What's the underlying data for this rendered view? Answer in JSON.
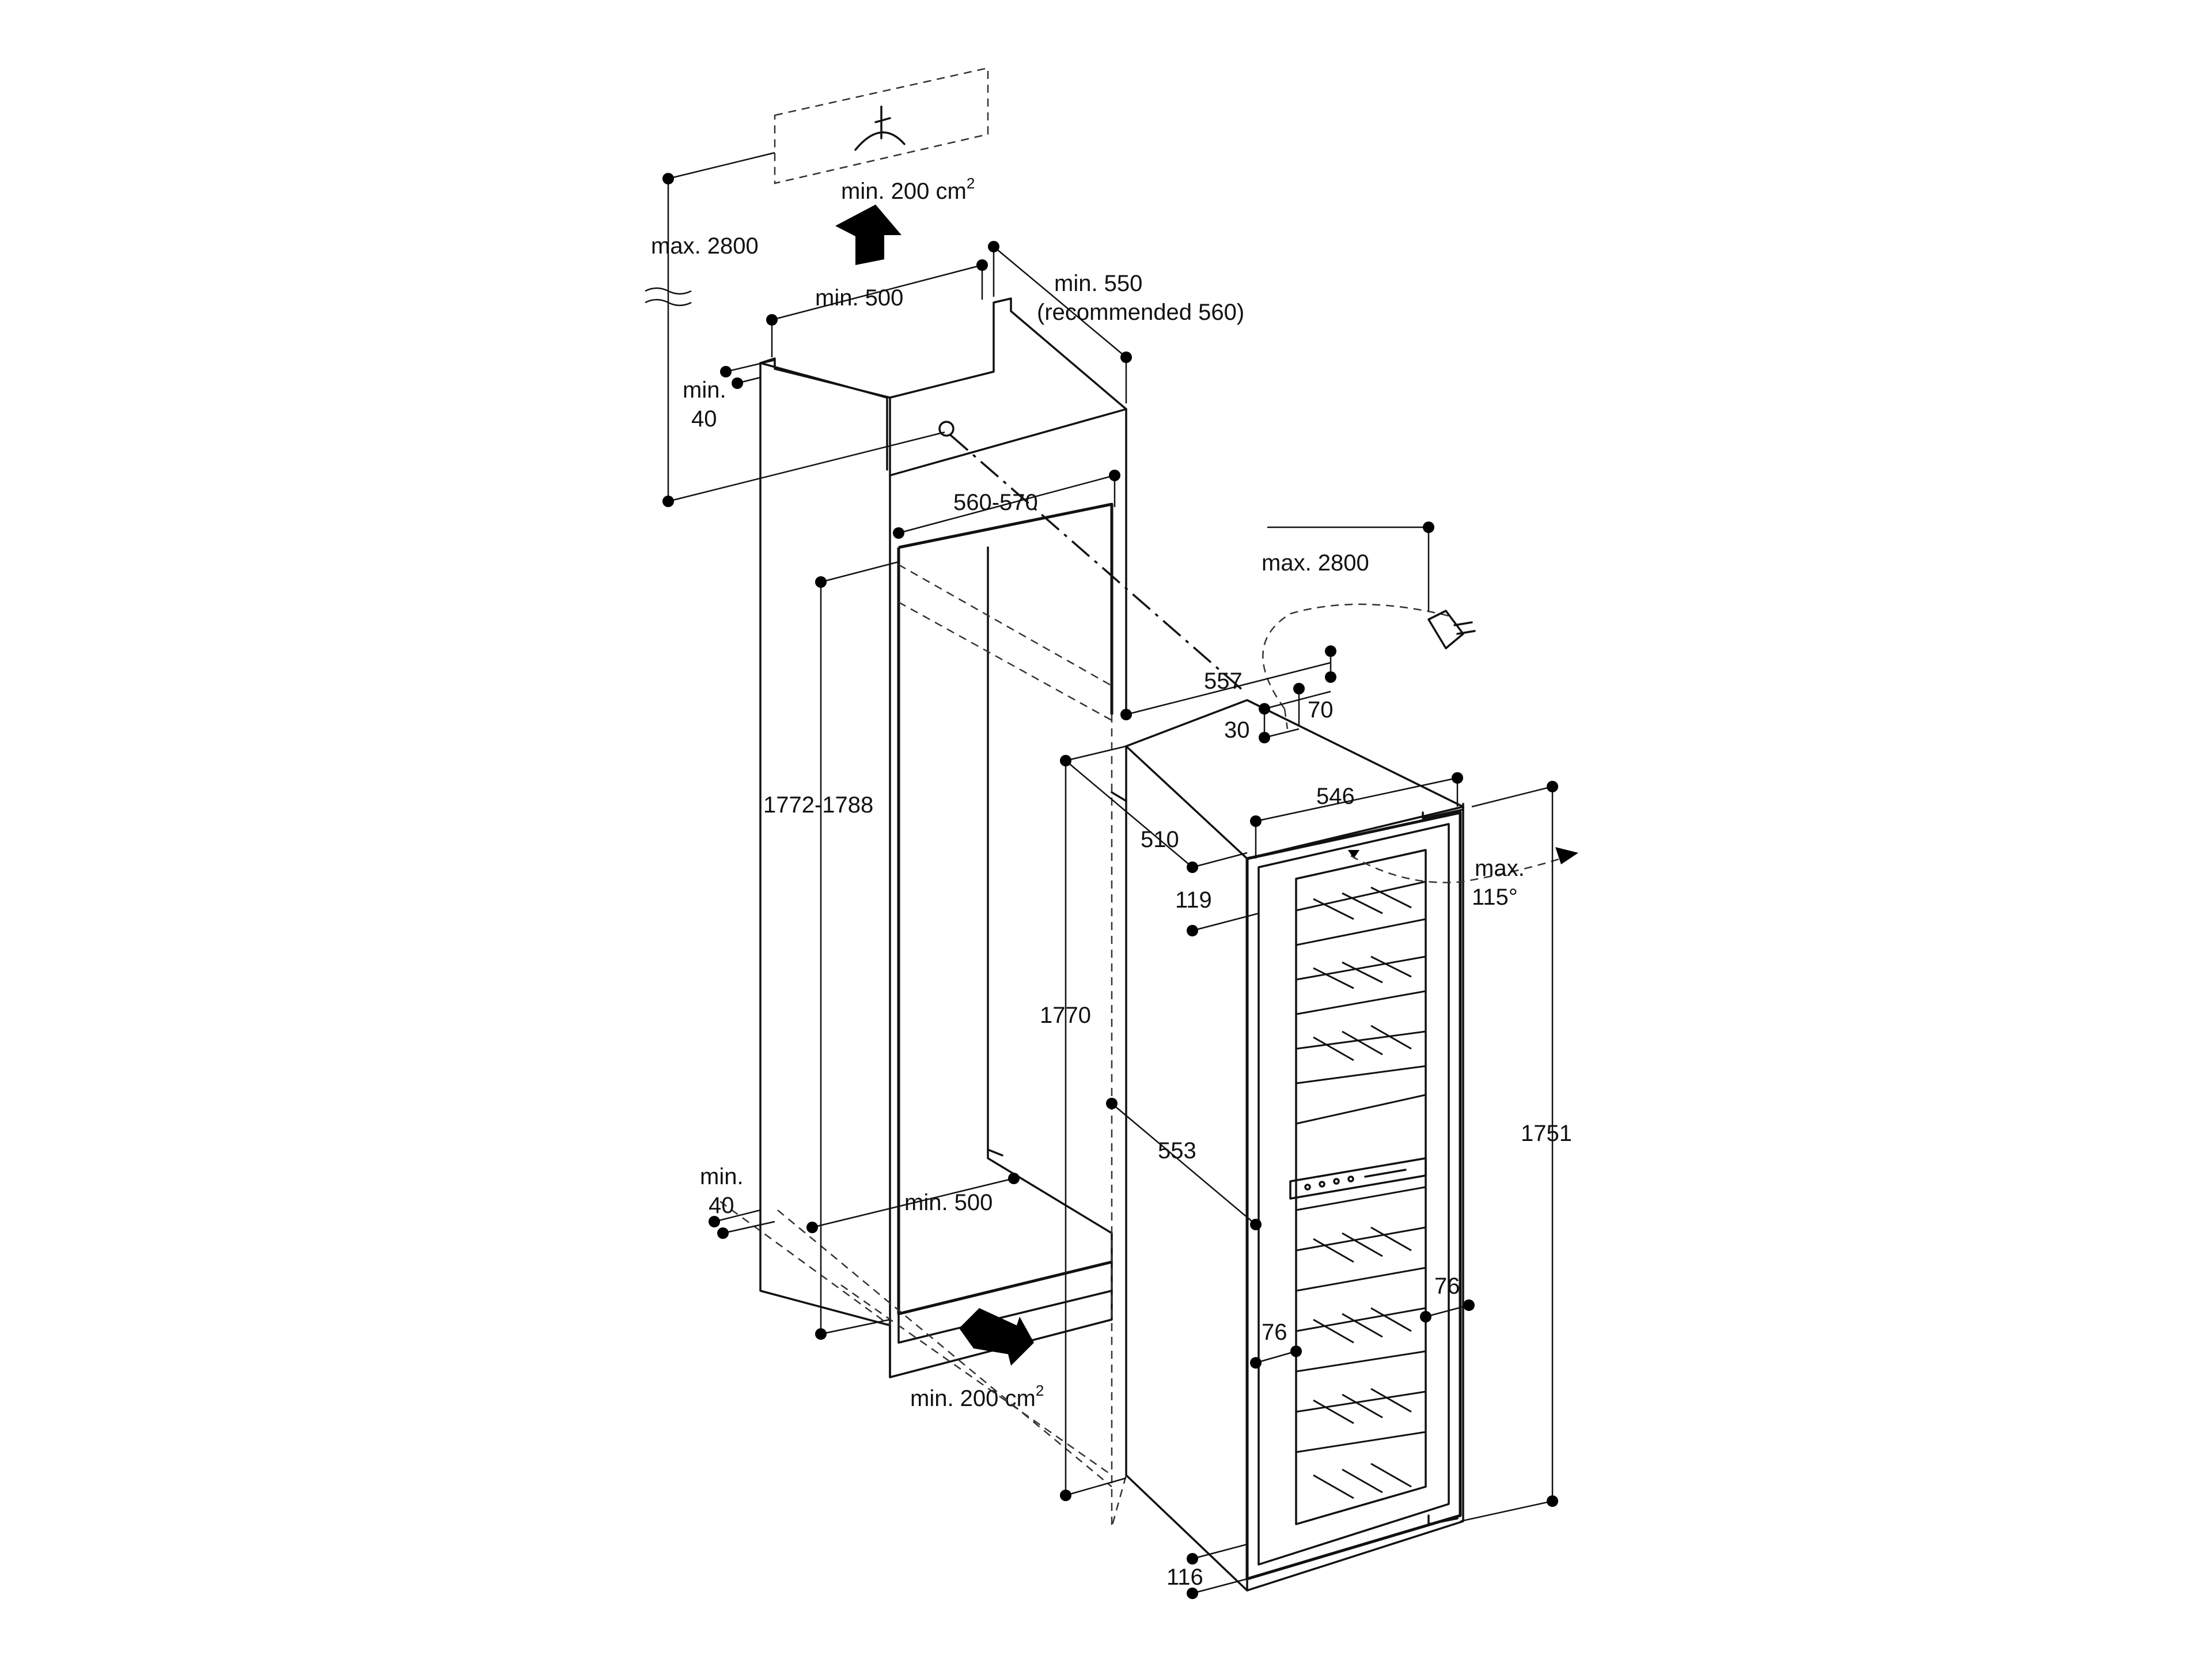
{
  "labels": {
    "vent_top_area": "min. 200 cm",
    "vent_top_sup": "2",
    "vent_bottom_area": "min. 200 cm",
    "vent_bottom_sup": "2",
    "max_height_top": "max. 2800",
    "min_width_top": "min. 500",
    "min_depth_top_line1": "min. 550",
    "min_depth_top_line2": "(recommended 560)",
    "min_side_top_line1": "min.",
    "min_side_top_line2": "40",
    "niche_width": "560-570",
    "niche_height": "1772-1788",
    "min_side_bottom_line1": "min.",
    "min_side_bottom_line2": "40",
    "min_width_bottom": "min. 500",
    "cable_length": "max. 2800",
    "appliance_depth": "557",
    "dim_70": "70",
    "dim_30": "30",
    "appliance_width": "546",
    "dim_510": "510",
    "dim_119": "119",
    "door_angle_line1": "max.",
    "door_angle_line2": "115°",
    "appliance_height": "1770",
    "dim_553": "553",
    "door_height": "1751",
    "dim_76_right": "76",
    "dim_76_left": "76",
    "dim_116": "116"
  },
  "colors": {
    "line": "#111111",
    "background": "#ffffff"
  },
  "icons": {
    "power_plug": "power-plug-icon",
    "vent_arrow_up": "arrow-up-icon",
    "vent_arrow_in": "arrow-icon"
  }
}
